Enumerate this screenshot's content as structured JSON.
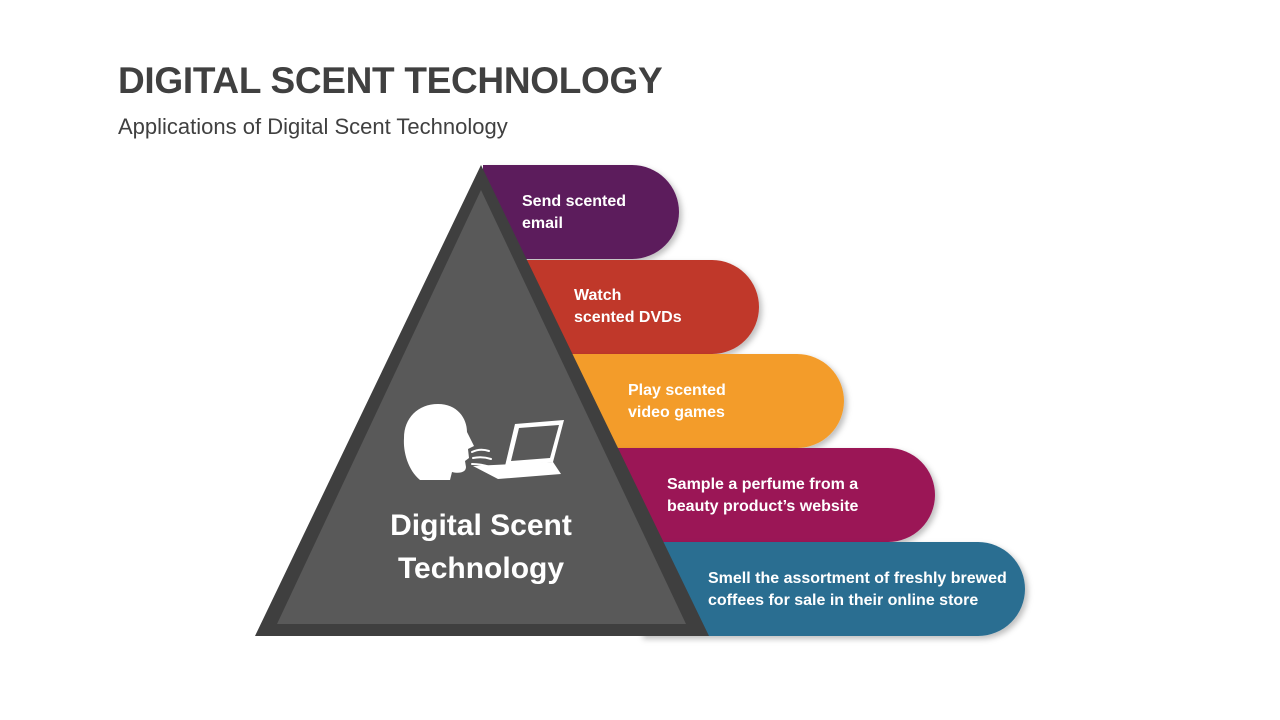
{
  "header": {
    "title": "DIGITAL SCENT TECHNOLOGY",
    "subtitle": "Applications of Digital Scent Technology"
  },
  "pyramid": {
    "center_label_line1": "Digital Scent",
    "center_label_line2": "Technology",
    "icons": [
      "head-silhouette-icon",
      "laptop-icon",
      "scent-waves-icon"
    ]
  },
  "bands": [
    {
      "line1": "Send scented",
      "line2": "email",
      "color": "#5b1a5c"
    },
    {
      "line1": "Watch",
      "line2": "scented DVDs",
      "color": "#c0392b"
    },
    {
      "line1": "Play scented",
      "line2": "video games",
      "color": "#f39c2a"
    },
    {
      "line1": "Sample a perfume from a",
      "line2": "beauty product’s website",
      "color": "#9b1457"
    },
    {
      "line1": "Smell the assortment of freshly brewed",
      "line2": "coffees for sale in their online store",
      "color": "#2a6e91"
    }
  ],
  "colors": {
    "triangle_outer": "#3f3f3f",
    "triangle_inner": "#595959",
    "title_text": "#404040"
  }
}
